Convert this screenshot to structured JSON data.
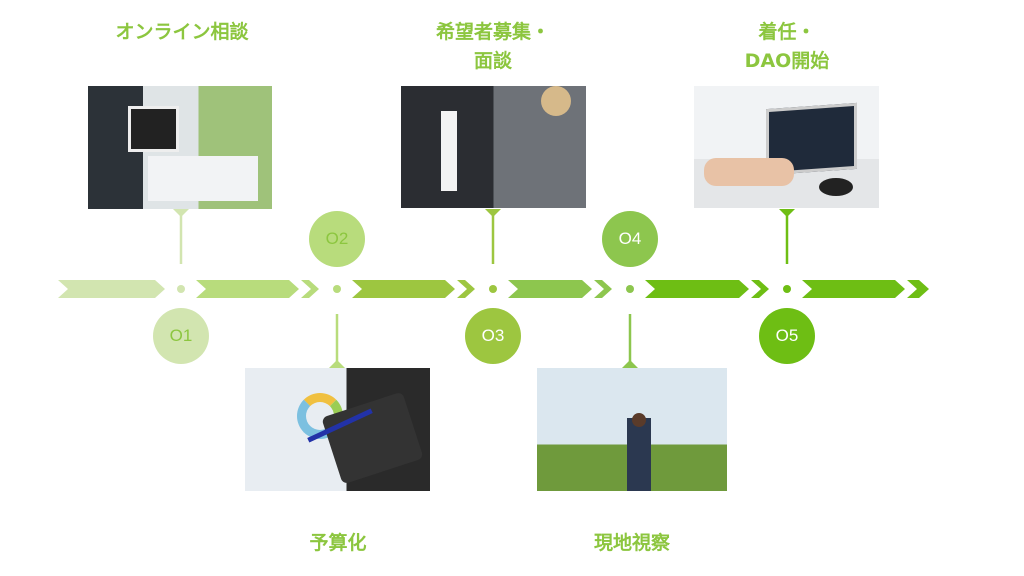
{
  "steps": [
    {
      "num": "O1",
      "label": "オンライン相談",
      "position": "top",
      "color": "#d2e5b0",
      "num_color": "#8cc63f",
      "photo": "tablet-meeting-photo"
    },
    {
      "num": "O2",
      "label": "予算化",
      "position": "bottom",
      "color": "#b8dc7c",
      "num_color": "#8cc63f",
      "photo": "calculator-chart-photo"
    },
    {
      "num": "O3",
      "label_line1": "希望者募集・",
      "label_line2": "面談",
      "position": "top",
      "color": "#9dc640",
      "num_color": "#ffffff",
      "photo": "interview-photo"
    },
    {
      "num": "O4",
      "label": "現地視察",
      "position": "bottom",
      "color": "#8dc64e",
      "num_color": "#ffffff",
      "photo": "site-visit-photo"
    },
    {
      "num": "O5",
      "label_line1": "着任・",
      "label_line2": "DAO開始",
      "position": "top",
      "color": "#6ebe14",
      "num_color": "#ffffff",
      "photo": "laptop-work-photo"
    }
  ]
}
